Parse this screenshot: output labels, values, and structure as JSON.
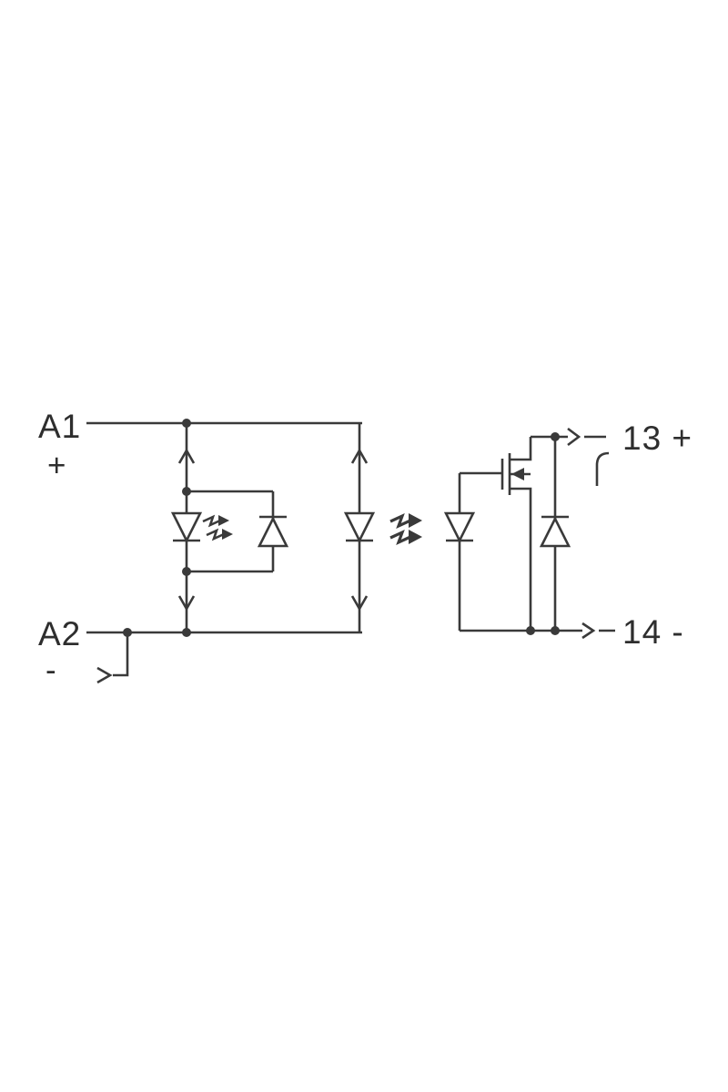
{
  "colors": {
    "line": "#3a3a3a",
    "text": "#2e2e2e",
    "background": "#ffffff"
  },
  "terminals": {
    "a1": {
      "label": "A1",
      "polarity": "+"
    },
    "a2": {
      "label": "A2",
      "polarity": "-"
    },
    "out13": {
      "label": "13 +"
    },
    "out14": {
      "label": "14 -"
    }
  },
  "components": [
    {
      "name": "indicator-led",
      "symbol": "led-with-emission-arrows"
    },
    {
      "name": "reverse-protection-diode",
      "symbol": "diode"
    },
    {
      "name": "optocoupler-emitter-led",
      "symbol": "led-with-emission-arrows"
    },
    {
      "name": "optocoupler-receiver-photodiode",
      "symbol": "photodiode"
    },
    {
      "name": "output-mosfet",
      "symbol": "n-channel-mosfet"
    },
    {
      "name": "freewheeling-diode",
      "symbol": "diode"
    }
  ]
}
